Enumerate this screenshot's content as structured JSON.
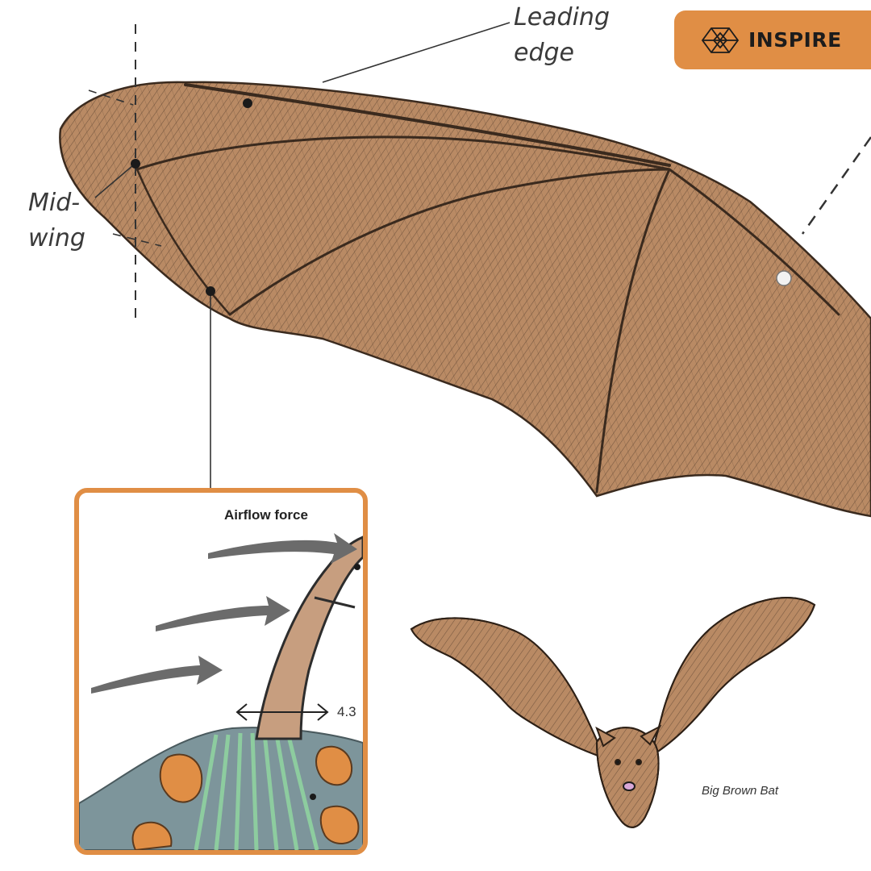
{
  "diagram": {
    "labels": {
      "leading_edge": "Leading\nedge",
      "mid_wing": "Mid-\nwing"
    }
  },
  "badge": {
    "label": "INSPIRE",
    "icon": "hex-network-icon"
  },
  "inset": {
    "title": "Airflow force",
    "measurement": "4.3"
  },
  "caption": "Big Brown Bat",
  "colors": {
    "wing_fill": "#b98a64",
    "hatch": "#3a2a1e",
    "accent": "#e08e45",
    "tissue_gray": "#7d959b",
    "fiber_green": "#8fd3a0",
    "cell_orange": "#e08e45",
    "arrow_gray": "#6b6b6b"
  }
}
